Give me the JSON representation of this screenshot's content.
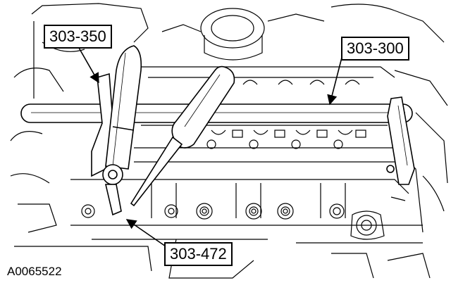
{
  "callouts": {
    "tool_350": "303-350",
    "tool_300": "303-300",
    "tool_472": "303-472"
  },
  "figure_id": "A0065522",
  "colors": {
    "ink": "#000000",
    "paper": "#ffffff"
  }
}
